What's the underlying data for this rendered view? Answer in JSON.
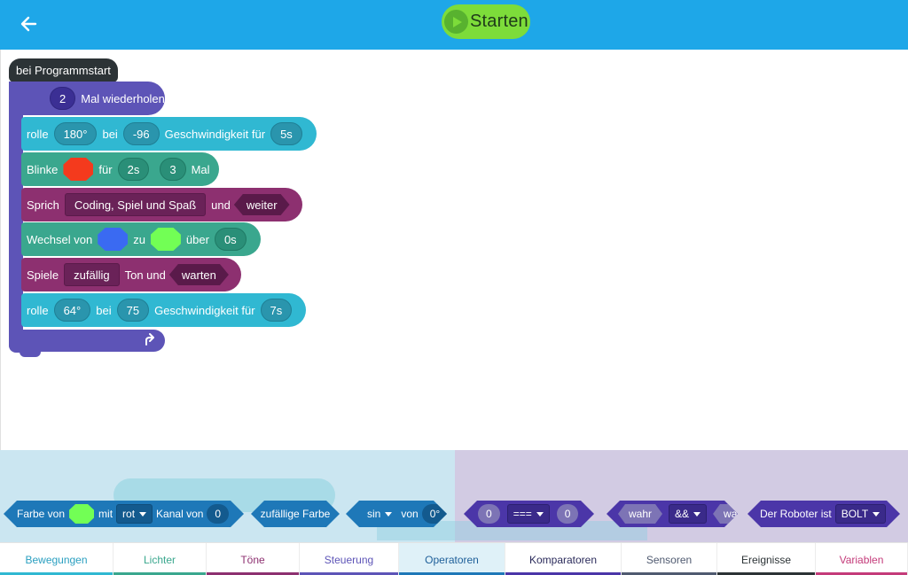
{
  "header": {
    "start_label": "Starten"
  },
  "program": {
    "hat": "bei Programmstart",
    "repeat": {
      "count": "2",
      "label": "Mal wiederholen"
    },
    "roll1": {
      "label": "rolle",
      "angle": "180°",
      "at": "bei",
      "speed": "-96",
      "speed_label": "Geschwindigkeit für",
      "duration": "5s"
    },
    "blink": {
      "label": "Blinke",
      "for": "für",
      "duration": "2s",
      "times": "3",
      "times_label": "Mal",
      "color": "#f43a1d"
    },
    "speak": {
      "label": "Sprich",
      "text": "Coding, Spiel und Spaß",
      "and": "und",
      "mode": "weiter"
    },
    "fade": {
      "label": "Wechsel von",
      "to": "zu",
      "over": "über",
      "duration": "0s",
      "from_color": "#3a6af2",
      "to_color": "#72ff55"
    },
    "sound": {
      "label": "Spiele",
      "value": "zufällig",
      "mid": "Ton und",
      "mode": "warten"
    },
    "roll2": {
      "label": "rolle",
      "angle": "64°",
      "at": "bei",
      "speed": "75",
      "speed_label": "Geschwindigkeit für",
      "duration": "7s"
    }
  },
  "palette": {
    "color_block": {
      "label": "Farbe von",
      "with": "mit",
      "channel_option": "rot",
      "channel_label": "Kanal von",
      "value": "0",
      "swatch": "#72ff55"
    },
    "random_color": "zufällige Farbe",
    "math": {
      "fn": "sin",
      "of": "von",
      "value": "0°"
    },
    "compare": {
      "left": "0",
      "op": "===",
      "right": "0"
    },
    "logic": {
      "left": "wahr",
      "op": "&&",
      "right": "wahr"
    },
    "robot": {
      "label": "Der Roboter ist",
      "value": "BOLT"
    }
  },
  "tabs": [
    {
      "label": "Bewegungen",
      "color": "#30b8d2",
      "text_color": "#2a9fc0"
    },
    {
      "label": "Lichter",
      "color": "#3aa78e",
      "text_color": "#3aa78e"
    },
    {
      "label": "Töne",
      "color": "#8d3070",
      "text_color": "#8d3070"
    },
    {
      "label": "Steuerung",
      "color": "#5d54b7",
      "text_color": "#5d54b7"
    },
    {
      "label": "Operatoren",
      "color": "#1e78b8",
      "text_color": "#1e5f99"
    },
    {
      "label": "Komparatoren",
      "color": "#4b36a8",
      "text_color": "#2b2b5b"
    },
    {
      "label": "Sensoren",
      "color": "#4f5a70",
      "text_color": "#4f5a70"
    },
    {
      "label": "Ereignisse",
      "color": "#2c3336",
      "text_color": "#2c3336"
    },
    {
      "label": "Variablen",
      "color": "#c43b7a",
      "text_color": "#c43b7a"
    }
  ]
}
